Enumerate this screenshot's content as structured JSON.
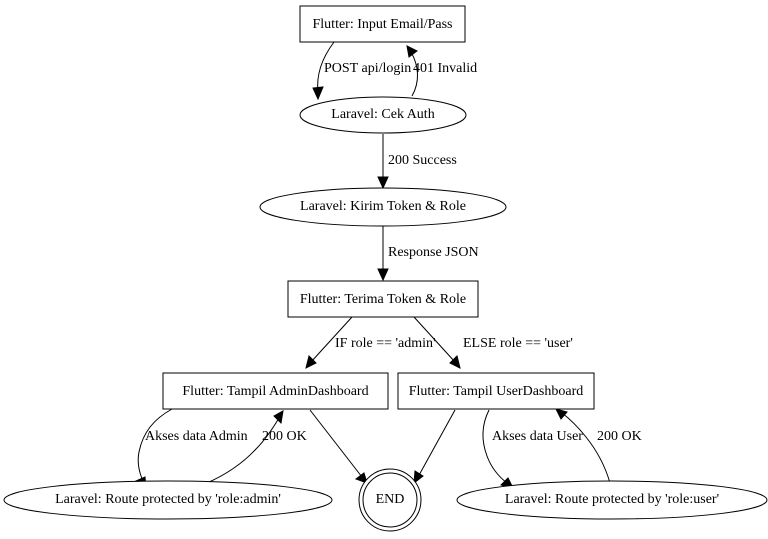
{
  "diagram": {
    "type": "flowchart",
    "background_color": "#ffffff",
    "stroke_color": "#000000",
    "text_color": "#000000",
    "nodes": [
      {
        "id": "input_email",
        "label": "Flutter: Input Email/Pass",
        "shape": "box"
      },
      {
        "id": "cek_auth",
        "label": "Laravel: Cek Auth",
        "shape": "ellipse"
      },
      {
        "id": "kirim_token",
        "label": "Laravel: Kirim Token & Role",
        "shape": "ellipse"
      },
      {
        "id": "terima_token",
        "label": "Flutter: Terima Token & Role",
        "shape": "box"
      },
      {
        "id": "admin_dashboard",
        "label": "Flutter: Tampil AdminDashboard",
        "shape": "box"
      },
      {
        "id": "user_dashboard",
        "label": "Flutter: Tampil UserDashboard",
        "shape": "box"
      },
      {
        "id": "route_admin",
        "label": "Laravel: Route protected by 'role:admin'",
        "shape": "ellipse"
      },
      {
        "id": "route_user",
        "label": "Laravel: Route protected by 'role:user'",
        "shape": "ellipse"
      },
      {
        "id": "end",
        "label": "END",
        "shape": "doublecircle"
      }
    ],
    "edges": [
      {
        "id": "e1",
        "from": "input_email",
        "to": "cek_auth",
        "label": "POST api/login"
      },
      {
        "id": "e2",
        "from": "cek_auth",
        "to": "input_email",
        "label": "401 Invalid"
      },
      {
        "id": "e3",
        "from": "cek_auth",
        "to": "kirim_token",
        "label": "200 Success"
      },
      {
        "id": "e4",
        "from": "kirim_token",
        "to": "terima_token",
        "label": "Response JSON"
      },
      {
        "id": "e5",
        "from": "terima_token",
        "to": "admin_dashboard",
        "label": "IF role == 'admin'"
      },
      {
        "id": "e6",
        "from": "terima_token",
        "to": "user_dashboard",
        "label": "ELSE role == 'user'"
      },
      {
        "id": "e7",
        "from": "admin_dashboard",
        "to": "route_admin",
        "label": "Akses data Admin"
      },
      {
        "id": "e8",
        "from": "route_admin",
        "to": "admin_dashboard",
        "label": "200 OK"
      },
      {
        "id": "e9",
        "from": "admin_dashboard",
        "to": "end",
        "label": ""
      },
      {
        "id": "e10",
        "from": "user_dashboard",
        "to": "route_user",
        "label": "Akses data User"
      },
      {
        "id": "e11",
        "from": "route_user",
        "to": "user_dashboard",
        "label": "200 OK"
      },
      {
        "id": "e12",
        "from": "user_dashboard",
        "to": "end",
        "label": ""
      }
    ]
  }
}
